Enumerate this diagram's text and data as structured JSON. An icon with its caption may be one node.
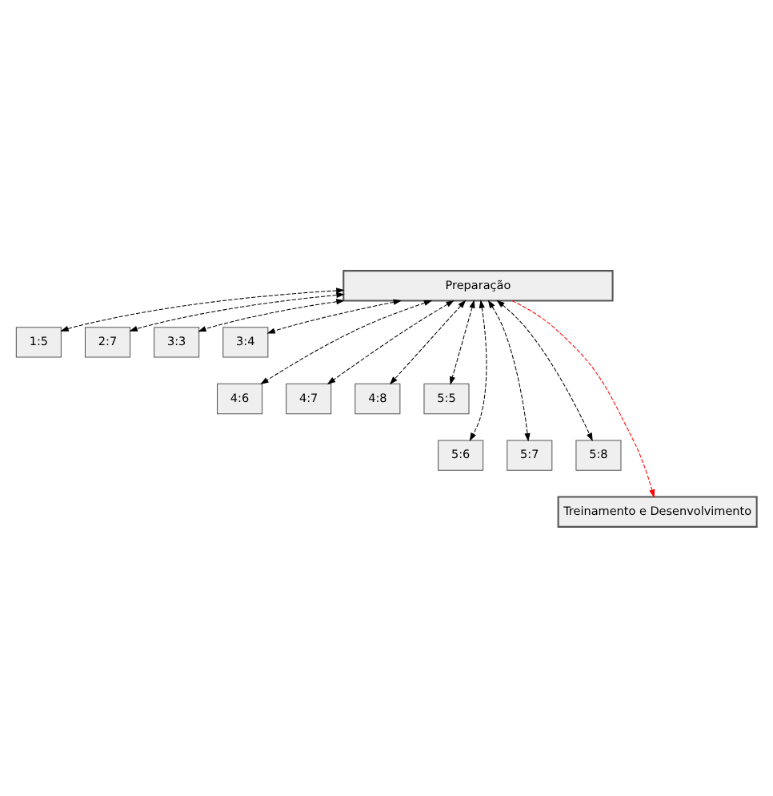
{
  "diagram": {
    "nodes": [
      {
        "text": [
          "Preparação"
        ]
      },
      {
        "text": [
          "1:5"
        ]
      },
      {
        "text": [
          "2:7"
        ]
      },
      {
        "text": [
          "3:3"
        ]
      },
      {
        "text": [
          "3:4"
        ]
      },
      {
        "text": [
          "4:6"
        ]
      },
      {
        "text": [
          "4:7"
        ]
      },
      {
        "text": [
          "4:8"
        ]
      },
      {
        "text": [
          "5:5"
        ]
      },
      {
        "text": [
          "5:6"
        ]
      },
      {
        "text": [
          "5:7"
        ]
      },
      {
        "text": [
          "5:8"
        ]
      },
      {
        "text": [
          "Treinamento e Desenvolvimento"
        ]
      }
    ],
    "edges": [
      {
        "from": 0,
        "to": 1,
        "arrow": "both",
        "style": "dashed"
      },
      {
        "from": 0,
        "to": 2,
        "arrow": "both",
        "style": "dashed"
      },
      {
        "from": 0,
        "to": 3,
        "arrow": "both",
        "style": "dashed"
      },
      {
        "from": 0,
        "to": 4,
        "arrow": "both",
        "style": "dashed"
      },
      {
        "from": 0,
        "to": 5,
        "arrow": "both",
        "style": "dashed"
      },
      {
        "from": 0,
        "to": 6,
        "arrow": "both",
        "style": "dashed"
      },
      {
        "from": 0,
        "to": 7,
        "arrow": "both",
        "style": "dashed"
      },
      {
        "from": 0,
        "to": 8,
        "arrow": "both",
        "style": "dashed"
      },
      {
        "from": 0,
        "to": 9,
        "arrow": "both",
        "style": "dashed"
      },
      {
        "from": 0,
        "to": 10,
        "arrow": "both",
        "style": "dashed"
      },
      {
        "from": 0,
        "to": 11,
        "arrow": "both",
        "style": "dashed"
      },
      {
        "from": 0,
        "to": 12,
        "arrow": "to",
        "style": "dashed",
        "color": "#ff0000"
      }
    ]
  }
}
